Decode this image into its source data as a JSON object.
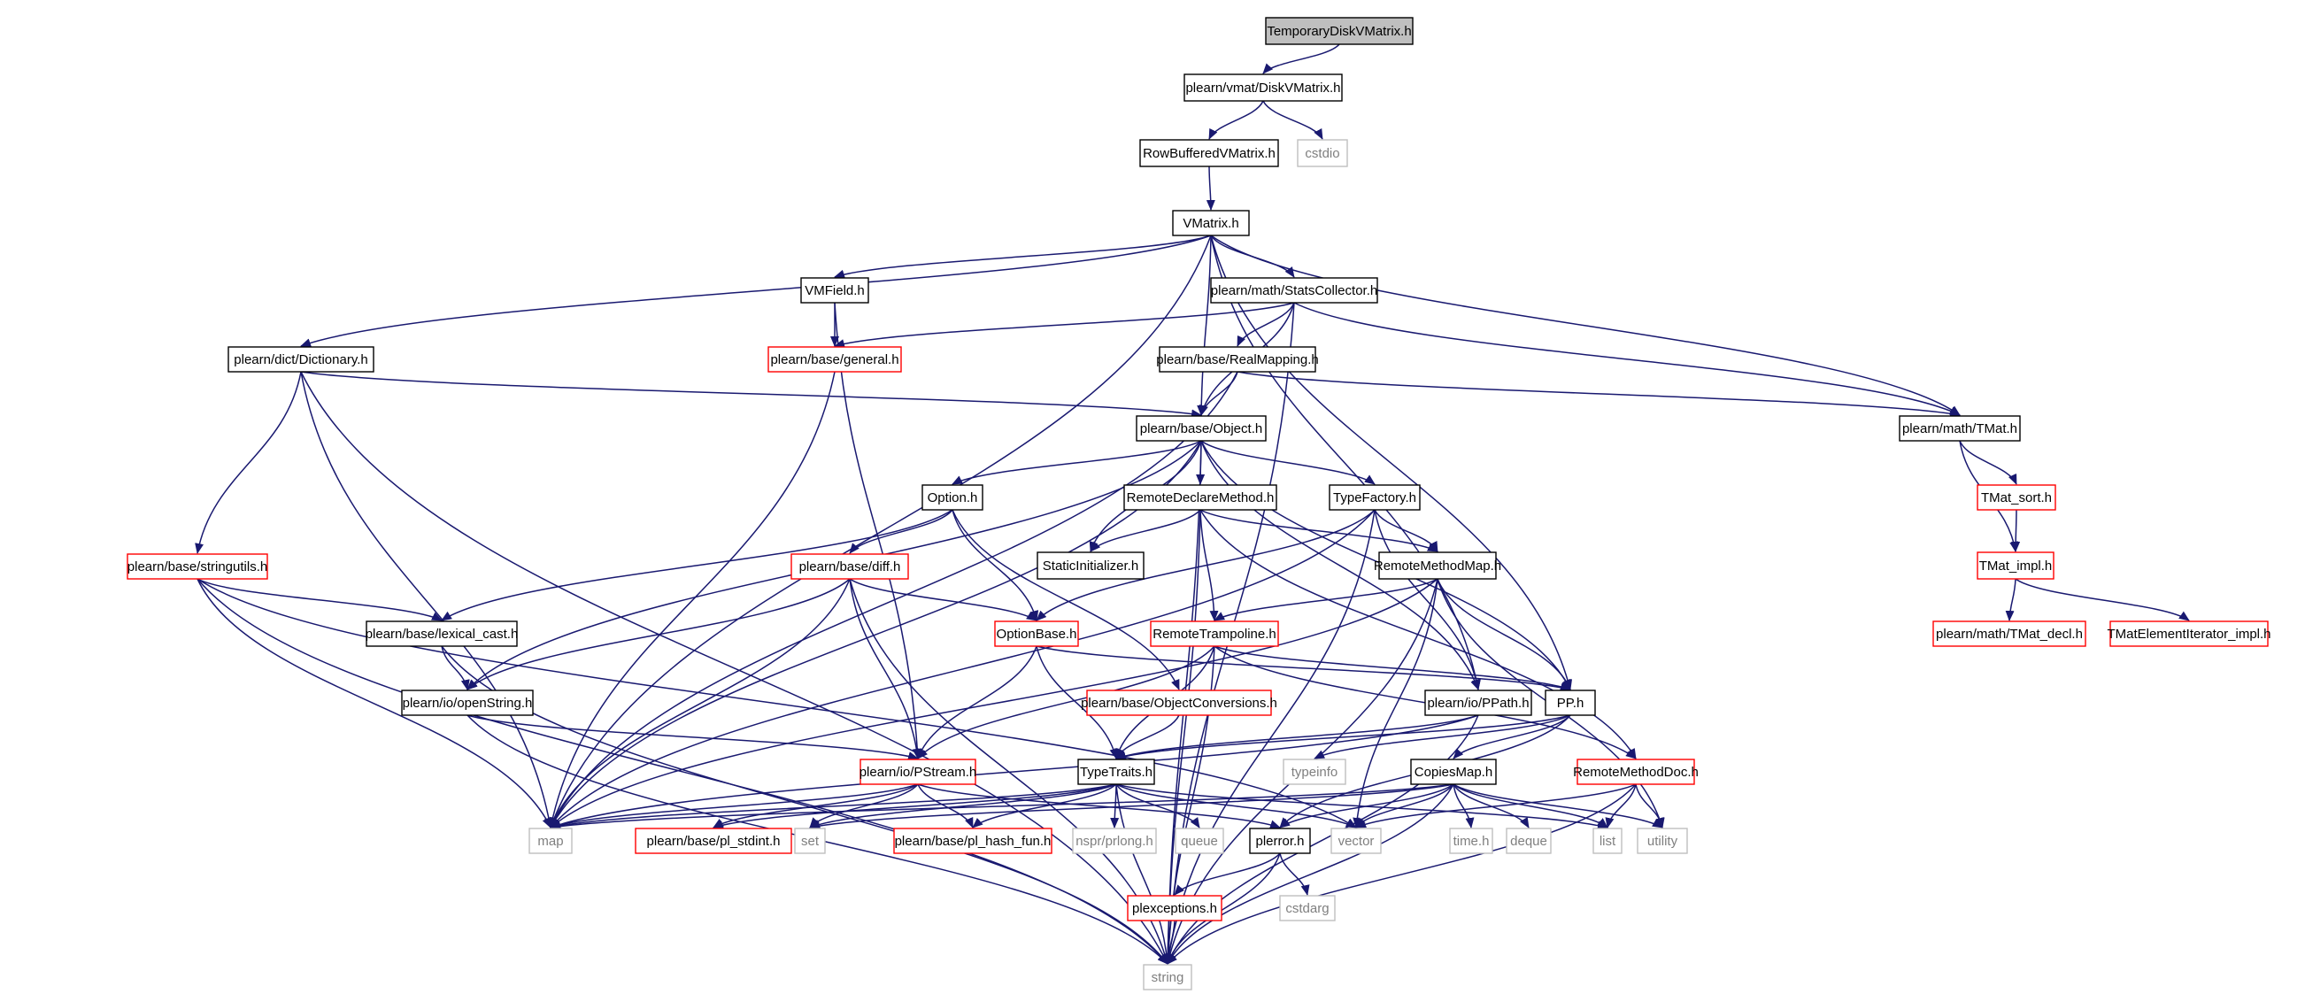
{
  "colors": {
    "background": "#ffffff",
    "edge": "#191970",
    "node_text": "#000000",
    "node_text_dim": "#7f7f7f",
    "border_black": "#000000",
    "border_red": "#ff0000",
    "border_grey": "#bfbfbf",
    "root_fill": "#bfbfbf"
  },
  "nodes": [
    {
      "id": "TemporaryDiskVMatrix_h",
      "label": "TemporaryDiskVMatrix.h",
      "style": "root"
    },
    {
      "id": "DiskVMatrix_h",
      "label": "plearn/vmat/DiskVMatrix.h",
      "style": "black"
    },
    {
      "id": "RowBufferedVMatrix_h",
      "label": "RowBufferedVMatrix.h",
      "style": "black"
    },
    {
      "id": "cstdio",
      "label": "cstdio",
      "style": "grey"
    },
    {
      "id": "VMatrix_h",
      "label": "VMatrix.h",
      "style": "black"
    },
    {
      "id": "VMField_h",
      "label": "VMField.h",
      "style": "black"
    },
    {
      "id": "StatsCollector_h",
      "label": "plearn/math/StatsCollector.h",
      "style": "black"
    },
    {
      "id": "Dictionary_h",
      "label": "plearn/dict/Dictionary.h",
      "style": "black"
    },
    {
      "id": "general_h",
      "label": "plearn/base/general.h",
      "style": "red"
    },
    {
      "id": "RealMapping_h",
      "label": "plearn/base/RealMapping.h",
      "style": "black"
    },
    {
      "id": "Object_h",
      "label": "plearn/base/Object.h",
      "style": "black"
    },
    {
      "id": "TMat_h",
      "label": "plearn/math/TMat.h",
      "style": "black"
    },
    {
      "id": "Option_h",
      "label": "Option.h",
      "style": "black"
    },
    {
      "id": "RemoteDeclareMethod_h",
      "label": "RemoteDeclareMethod.h",
      "style": "black"
    },
    {
      "id": "TypeFactory_h",
      "label": "TypeFactory.h",
      "style": "black"
    },
    {
      "id": "TMat_sort_h",
      "label": "TMat_sort.h",
      "style": "red"
    },
    {
      "id": "stringutils_h",
      "label": "plearn/base/stringutils.h",
      "style": "red"
    },
    {
      "id": "diff_h",
      "label": "plearn/base/diff.h",
      "style": "red"
    },
    {
      "id": "StaticInitializer_h",
      "label": "StaticInitializer.h",
      "style": "black"
    },
    {
      "id": "RemoteMethodMap_h",
      "label": "RemoteMethodMap.h",
      "style": "black"
    },
    {
      "id": "TMat_impl_h",
      "label": "TMat_impl.h",
      "style": "red"
    },
    {
      "id": "lexical_cast_h",
      "label": "plearn/base/lexical_cast.h",
      "style": "black"
    },
    {
      "id": "OptionBase_h",
      "label": "OptionBase.h",
      "style": "red"
    },
    {
      "id": "RemoteTrampoline_h",
      "label": "RemoteTrampoline.h",
      "style": "red"
    },
    {
      "id": "TMat_decl_h",
      "label": "plearn/math/TMat_decl.h",
      "style": "red"
    },
    {
      "id": "TMatElementIterator_impl_h",
      "label": "TMatElementIterator_impl.h",
      "style": "red"
    },
    {
      "id": "openString_h",
      "label": "plearn/io/openString.h",
      "style": "black"
    },
    {
      "id": "ObjectConversions_h",
      "label": "plearn/base/ObjectConversions.h",
      "style": "red"
    },
    {
      "id": "PPath_h",
      "label": "plearn/io/PPath.h",
      "style": "black"
    },
    {
      "id": "PP_h",
      "label": "PP.h",
      "style": "black"
    },
    {
      "id": "PStream_h",
      "label": "plearn/io/PStream.h",
      "style": "red"
    },
    {
      "id": "TypeTraits_h",
      "label": "TypeTraits.h",
      "style": "black"
    },
    {
      "id": "typeinfo",
      "label": "typeinfo",
      "style": "grey"
    },
    {
      "id": "CopiesMap_h",
      "label": "CopiesMap.h",
      "style": "black"
    },
    {
      "id": "RemoteMethodDoc_h",
      "label": "RemoteMethodDoc.h",
      "style": "red"
    },
    {
      "id": "map",
      "label": "map",
      "style": "grey"
    },
    {
      "id": "pl_stdint_h",
      "label": "plearn/base/pl_stdint.h",
      "style": "red"
    },
    {
      "id": "set",
      "label": "set",
      "style": "grey"
    },
    {
      "id": "pl_hash_fun_h",
      "label": "plearn/base/pl_hash_fun.h",
      "style": "red"
    },
    {
      "id": "nspr_prlong_h",
      "label": "nspr/prlong.h",
      "style": "grey"
    },
    {
      "id": "queue",
      "label": "queue",
      "style": "grey"
    },
    {
      "id": "plerror_h",
      "label": "plerror.h",
      "style": "black"
    },
    {
      "id": "vector",
      "label": "vector",
      "style": "grey"
    },
    {
      "id": "time_h",
      "label": "time.h",
      "style": "grey"
    },
    {
      "id": "deque",
      "label": "deque",
      "style": "grey"
    },
    {
      "id": "list",
      "label": "list",
      "style": "grey"
    },
    {
      "id": "utility",
      "label": "utility",
      "style": "grey"
    },
    {
      "id": "plexceptions_h",
      "label": "plexceptions.h",
      "style": "red"
    },
    {
      "id": "cstdarg",
      "label": "cstdarg",
      "style": "grey"
    },
    {
      "id": "string",
      "label": "string",
      "style": "grey"
    }
  ],
  "edges": [
    [
      "TemporaryDiskVMatrix_h",
      "DiskVMatrix_h"
    ],
    [
      "DiskVMatrix_h",
      "RowBufferedVMatrix_h"
    ],
    [
      "DiskVMatrix_h",
      "cstdio"
    ],
    [
      "RowBufferedVMatrix_h",
      "VMatrix_h"
    ],
    [
      "VMatrix_h",
      "VMField_h"
    ],
    [
      "VMatrix_h",
      "StatsCollector_h"
    ],
    [
      "VMatrix_h",
      "Dictionary_h"
    ],
    [
      "VMatrix_h",
      "Object_h"
    ],
    [
      "VMatrix_h",
      "TMat_h"
    ],
    [
      "VMatrix_h",
      "PPath_h"
    ],
    [
      "VMatrix_h",
      "PP_h"
    ],
    [
      "VMatrix_h",
      "map"
    ],
    [
      "VMField_h",
      "general_h"
    ],
    [
      "VMField_h",
      "PStream_h"
    ],
    [
      "StatsCollector_h",
      "general_h"
    ],
    [
      "StatsCollector_h",
      "RealMapping_h"
    ],
    [
      "StatsCollector_h",
      "Object_h"
    ],
    [
      "StatsCollector_h",
      "TMat_h"
    ],
    [
      "StatsCollector_h",
      "string"
    ],
    [
      "Dictionary_h",
      "Object_h"
    ],
    [
      "Dictionary_h",
      "stringutils_h"
    ],
    [
      "Dictionary_h",
      "map"
    ],
    [
      "Dictionary_h",
      "string"
    ],
    [
      "general_h",
      "map"
    ],
    [
      "RealMapping_h",
      "Object_h"
    ],
    [
      "RealMapping_h",
      "TMat_h"
    ],
    [
      "RealMapping_h",
      "map"
    ],
    [
      "Object_h",
      "Option_h"
    ],
    [
      "Object_h",
      "RemoteDeclareMethod_h"
    ],
    [
      "Object_h",
      "TypeFactory_h"
    ],
    [
      "Object_h",
      "StaticInitializer_h"
    ],
    [
      "Object_h",
      "PPath_h"
    ],
    [
      "Object_h",
      "PP_h"
    ],
    [
      "Object_h",
      "openString_h"
    ],
    [
      "Object_h",
      "map"
    ],
    [
      "Object_h",
      "string"
    ],
    [
      "TMat_h",
      "TMat_sort_h"
    ],
    [
      "TMat_h",
      "TMat_impl_h"
    ],
    [
      "TMat_sort_h",
      "TMat_impl_h"
    ],
    [
      "TMat_impl_h",
      "TMat_decl_h"
    ],
    [
      "TMat_impl_h",
      "TMatElementIterator_impl_h"
    ],
    [
      "Option_h",
      "diff_h"
    ],
    [
      "Option_h",
      "OptionBase_h"
    ],
    [
      "Option_h",
      "lexical_cast_h"
    ],
    [
      "Option_h",
      "ObjectConversions_h"
    ],
    [
      "RemoteDeclareMethod_h",
      "StaticInitializer_h"
    ],
    [
      "RemoteDeclareMethod_h",
      "RemoteMethodMap_h"
    ],
    [
      "RemoteDeclareMethod_h",
      "RemoteTrampoline_h"
    ],
    [
      "RemoteDeclareMethod_h",
      "RemoteMethodDoc_h"
    ],
    [
      "RemoteDeclareMethod_h",
      "string"
    ],
    [
      "TypeFactory_h",
      "RemoteMethodMap_h"
    ],
    [
      "TypeFactory_h",
      "OptionBase_h"
    ],
    [
      "TypeFactory_h",
      "PPath_h"
    ],
    [
      "TypeFactory_h",
      "map"
    ],
    [
      "TypeFactory_h",
      "string"
    ],
    [
      "stringutils_h",
      "lexical_cast_h"
    ],
    [
      "stringutils_h",
      "vector"
    ],
    [
      "stringutils_h",
      "map"
    ],
    [
      "stringutils_h",
      "string"
    ],
    [
      "diff_h",
      "OptionBase_h"
    ],
    [
      "diff_h",
      "PStream_h"
    ],
    [
      "diff_h",
      "openString_h"
    ],
    [
      "diff_h",
      "map"
    ],
    [
      "diff_h",
      "string"
    ],
    [
      "RemoteMethodMap_h",
      "RemoteTrampoline_h"
    ],
    [
      "RemoteMethodMap_h",
      "PP_h"
    ],
    [
      "RemoteMethodMap_h",
      "map"
    ],
    [
      "RemoteMethodMap_h",
      "vector"
    ],
    [
      "RemoteMethodMap_h",
      "utility"
    ],
    [
      "RemoteMethodMap_h",
      "string"
    ],
    [
      "lexical_cast_h",
      "openString_h"
    ],
    [
      "lexical_cast_h",
      "string"
    ],
    [
      "OptionBase_h",
      "PP_h"
    ],
    [
      "OptionBase_h",
      "PStream_h"
    ],
    [
      "OptionBase_h",
      "TypeTraits_h"
    ],
    [
      "RemoteTrampoline_h",
      "PP_h"
    ],
    [
      "RemoteTrampoline_h",
      "PStream_h"
    ],
    [
      "RemoteTrampoline_h",
      "RemoteMethodDoc_h"
    ],
    [
      "RemoteTrampoline_h",
      "TypeTraits_h"
    ],
    [
      "RemoteTrampoline_h",
      "string"
    ],
    [
      "openString_h",
      "PStream_h"
    ],
    [
      "openString_h",
      "string"
    ],
    [
      "ObjectConversions_h",
      "TypeTraits_h"
    ],
    [
      "PPath_h",
      "TypeTraits_h"
    ],
    [
      "PPath_h",
      "map"
    ],
    [
      "PPath_h",
      "string"
    ],
    [
      "PP_h",
      "TypeTraits_h"
    ],
    [
      "PP_h",
      "typeinfo"
    ],
    [
      "PP_h",
      "CopiesMap_h"
    ],
    [
      "PP_h",
      "plerror_h"
    ],
    [
      "PStream_h",
      "map"
    ],
    [
      "PStream_h",
      "pl_stdint_h"
    ],
    [
      "PStream_h",
      "set"
    ],
    [
      "PStream_h",
      "pl_hash_fun_h"
    ],
    [
      "PStream_h",
      "plerror_h"
    ],
    [
      "TypeTraits_h",
      "map"
    ],
    [
      "TypeTraits_h",
      "pl_stdint_h"
    ],
    [
      "TypeTraits_h",
      "set"
    ],
    [
      "TypeTraits_h",
      "pl_hash_fun_h"
    ],
    [
      "TypeTraits_h",
      "nspr_prlong_h"
    ],
    [
      "TypeTraits_h",
      "queue"
    ],
    [
      "TypeTraits_h",
      "vector"
    ],
    [
      "TypeTraits_h",
      "list"
    ],
    [
      "TypeTraits_h",
      "string"
    ],
    [
      "CopiesMap_h",
      "map"
    ],
    [
      "CopiesMap_h",
      "set"
    ],
    [
      "CopiesMap_h",
      "plerror_h"
    ],
    [
      "CopiesMap_h",
      "vector"
    ],
    [
      "CopiesMap_h",
      "time_h"
    ],
    [
      "CopiesMap_h",
      "deque"
    ],
    [
      "CopiesMap_h",
      "list"
    ],
    [
      "CopiesMap_h",
      "utility"
    ],
    [
      "CopiesMap_h",
      "string"
    ],
    [
      "RemoteMethodDoc_h",
      "vector"
    ],
    [
      "RemoteMethodDoc_h",
      "list"
    ],
    [
      "RemoteMethodDoc_h",
      "utility"
    ],
    [
      "RemoteMethodDoc_h",
      "string"
    ],
    [
      "plerror_h",
      "plexceptions_h"
    ],
    [
      "plerror_h",
      "cstdarg"
    ],
    [
      "plerror_h",
      "string"
    ],
    [
      "plexceptions_h",
      "string"
    ]
  ]
}
